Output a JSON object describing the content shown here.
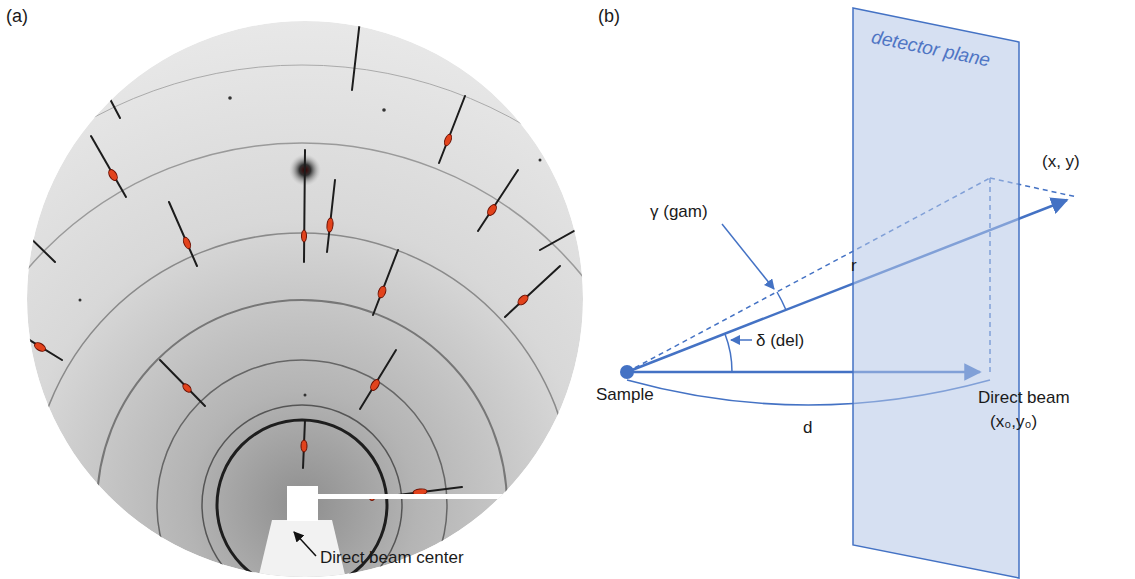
{
  "diagram": {
    "nodes": [
      {
        "text": [
          "detector plane"
        ]
      }
    ],
    "labels": [
      "(a)",
      "(b)",
      "Direct beam center",
      "(x, y)",
      "γ (gam)",
      "r",
      "δ (del)",
      "Sample",
      "d",
      "Direct beam",
      "(x₀,y₀)"
    ]
  }
}
